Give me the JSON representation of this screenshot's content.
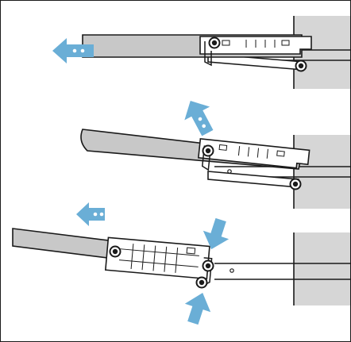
{
  "colors": {
    "outline": "#1a1a1a",
    "rail_fill": "#c8c8c8",
    "wall_fill": "#d6d6d6",
    "arrow_fill": "#6aaed6",
    "bracket_fill": "#ffffff",
    "background": "#ffffff"
  },
  "steps": [
    {
      "id": "step-1",
      "motion": "pull-out-left",
      "arrows": [
        "arrow-left-out"
      ]
    },
    {
      "id": "step-2",
      "motion": "tilt-up",
      "arrows": [
        "arrow-up-tilt"
      ]
    },
    {
      "id": "step-3",
      "motion": "press-release-then-pull",
      "arrows": [
        "arrow-left-out",
        "arrow-press-down",
        "arrow-press-up"
      ]
    }
  ],
  "icons": [
    "arrow-left-icon",
    "arrow-up-right-icon",
    "arrow-down-icon",
    "arrow-up-icon",
    "screw-icon"
  ]
}
